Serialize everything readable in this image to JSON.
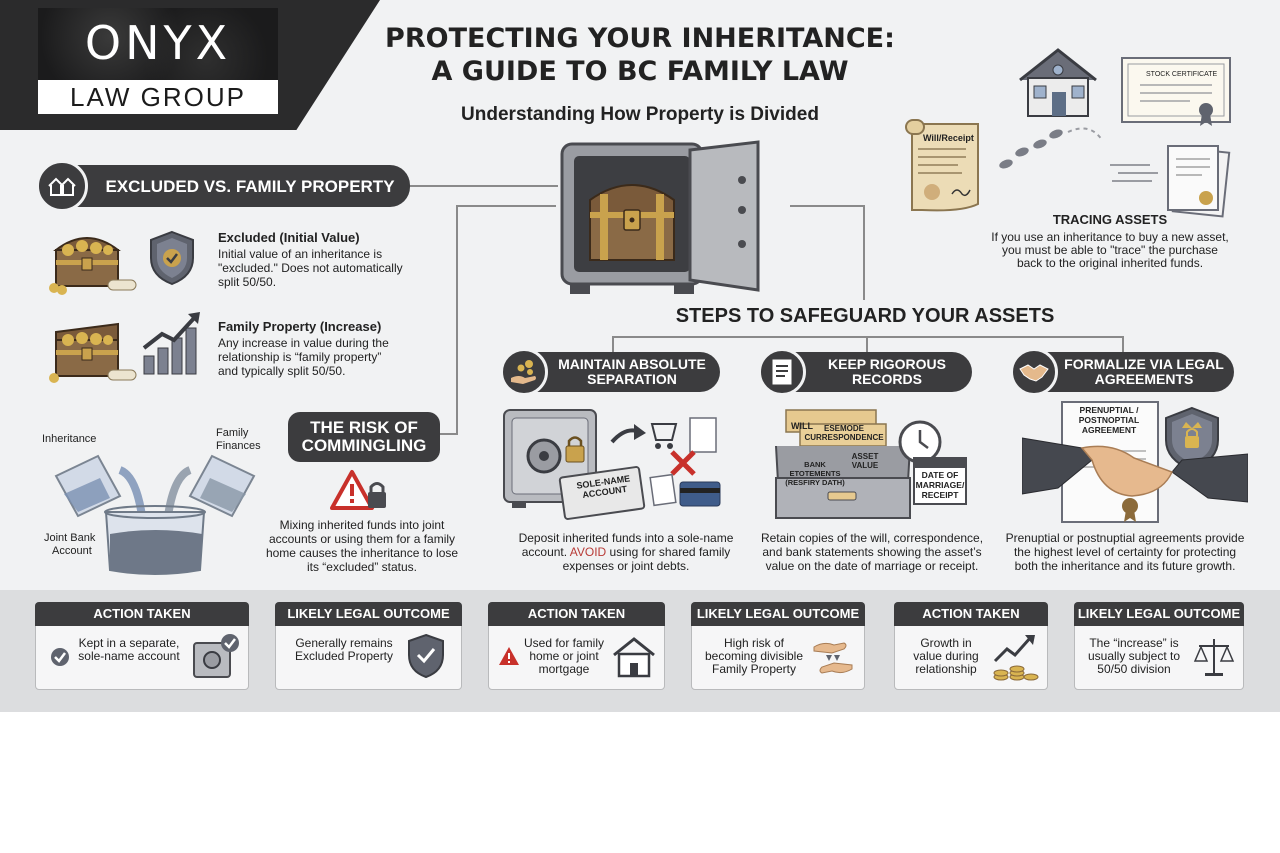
{
  "logo": {
    "name": "ONYX",
    "sub": "LAW GROUP"
  },
  "title": {
    "line1": "PROTECTING YOUR INHERITANCE:",
    "line2": "A GUIDE TO BC FAMILY LAW"
  },
  "subtitle": "Understanding How Property is Divided",
  "excluded_section": {
    "header": "EXCLUDED VS. FAMILY PROPERTY",
    "excluded_title": "Excluded (Initial Value)",
    "excluded_body": [
      "Initial value of an inheritance is",
      "\"excluded.\" Does not automatically",
      "split 50/50."
    ],
    "family_title": "Family Property (Increase)",
    "family_body": [
      "Any increase in value during the",
      "relationship is “family property”",
      "and typically split 50/50."
    ]
  },
  "commingling": {
    "label_inheritance": "Inheritance",
    "label_family": "Family",
    "label_finances": "Finances",
    "label_joint": "Joint Bank",
    "label_account": "Account",
    "header_line1": "THE RISK OF",
    "header_line2": "COMMINGLING",
    "body": [
      "Mixing inherited funds into joint",
      "accounts or using them for a family",
      "home causes the inheritance to lose",
      "its “excluded” status."
    ]
  },
  "tracing": {
    "scroll_label": "Will/Receipt",
    "certificate_label": "STOCK CERTIFICATE",
    "title": "TRACING ASSETS",
    "body": [
      "If you use an inheritance to buy a new asset,",
      "you must be able to \"trace\" the purchase",
      "back to the original inherited funds."
    ]
  },
  "steps": {
    "title": "STEPS TO SAFEGUARD YOUR ASSETS",
    "items": [
      {
        "header_line1": "MAINTAIN ABSOLUTE",
        "header_line2": "SEPARATION",
        "account_label_line1": "SOLE-NAME",
        "account_label_line2": "ACCOUNT",
        "body_line1": "Deposit inherited funds into a sole-name",
        "body_line2_pre": "account. ",
        "body_line2_avoid": "AVOID",
        "body_line2_post": " using for shared family",
        "body_line3": "expenses or joint debts."
      },
      {
        "header_line1": "KEEP RIGOROUS",
        "header_line2": "RECORDS",
        "folder_will": "WILL",
        "folder_corr_line1": "ESEMODE",
        "folder_corr_line2": "CURRESPONDENCE",
        "folder_bank_line1": "BANK ETOTEMENTS",
        "folder_bank_line2": "(RESFIRY DATH)",
        "folder_asset_line1": "ASSET",
        "folder_asset_line2": "VALUE",
        "date_line1": "DATE OF",
        "date_line2": "MARRIAGE/",
        "date_line3": "RECEIPT",
        "body": [
          "Retain copies of the will, correspondence,",
          "and bank statements showing the asset’s",
          "value on the date of marriage or receipt."
        ]
      },
      {
        "header_line1": "FORMALIZE VIA LEGAL",
        "header_line2": "AGREEMENTS",
        "doc_line1": "PRENUPTIAL /",
        "doc_line2": "POSTNOPTIAL",
        "doc_line3": "AGREEMENT",
        "body": [
          "Prenuptial or postnuptial agreements provide",
          "the highest level of certainty for protecting",
          "both the inheritance and its future growth."
        ]
      }
    ]
  },
  "outcomes": [
    {
      "head": "ACTION TAKEN",
      "lines": [
        "Kept in a separate,",
        "sole-name account"
      ]
    },
    {
      "head": "LIKELY LEGAL OUTCOME",
      "lines": [
        "Generally remains",
        "Excluded Property"
      ]
    },
    {
      "head": "ACTION TAKEN",
      "lines": [
        "Used for family",
        "home or joint",
        "mortgage"
      ]
    },
    {
      "head": "LIKELY LEGAL OUTCOME",
      "lines": [
        "High risk of",
        "becoming divisible",
        "Family Property"
      ]
    },
    {
      "head": "ACTION TAKEN",
      "lines": [
        "Growth in",
        "value during",
        "relationship"
      ]
    },
    {
      "head": "LIKELY LEGAL OUTCOME",
      "lines": [
        "The “increase” is",
        "usually subject to",
        "50/50 division"
      ]
    }
  ],
  "colors": {
    "dark": "#3c3c3e",
    "gold": "#c9a24d",
    "wood": "#7a5a3a",
    "shield": "#6c6f7a",
    "check": "#3f7fbf",
    "red": "#c8312b",
    "steel": "#8e9096"
  }
}
